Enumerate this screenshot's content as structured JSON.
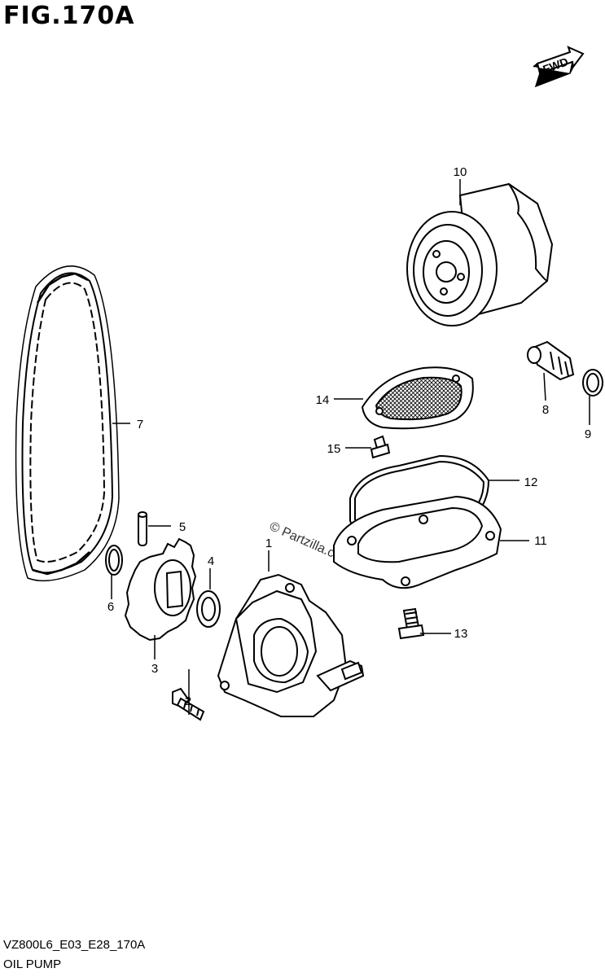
{
  "figure": {
    "title": "FIG.170A",
    "diagram_code": "VZ800L6_E03_E28_170A",
    "caption": "OIL PUMP",
    "fwd_label": "FWD",
    "watermark": "© Partzilla.com"
  },
  "callouts": [
    {
      "number": "1",
      "part": "oil-pump"
    },
    {
      "number": "2",
      "part": "bolt"
    },
    {
      "number": "3",
      "part": "sprocket"
    },
    {
      "number": "4",
      "part": "washer"
    },
    {
      "number": "5",
      "part": "pin"
    },
    {
      "number": "6",
      "part": "circlip"
    },
    {
      "number": "7",
      "part": "chain"
    },
    {
      "number": "8",
      "part": "union"
    },
    {
      "number": "9",
      "part": "o-ring"
    },
    {
      "number": "10",
      "part": "oil-filter"
    },
    {
      "number": "11",
      "part": "strainer-housing"
    },
    {
      "number": "12",
      "part": "gasket"
    },
    {
      "number": "13",
      "part": "bolt"
    },
    {
      "number": "14",
      "part": "strainer"
    },
    {
      "number": "15",
      "part": "screw"
    }
  ]
}
